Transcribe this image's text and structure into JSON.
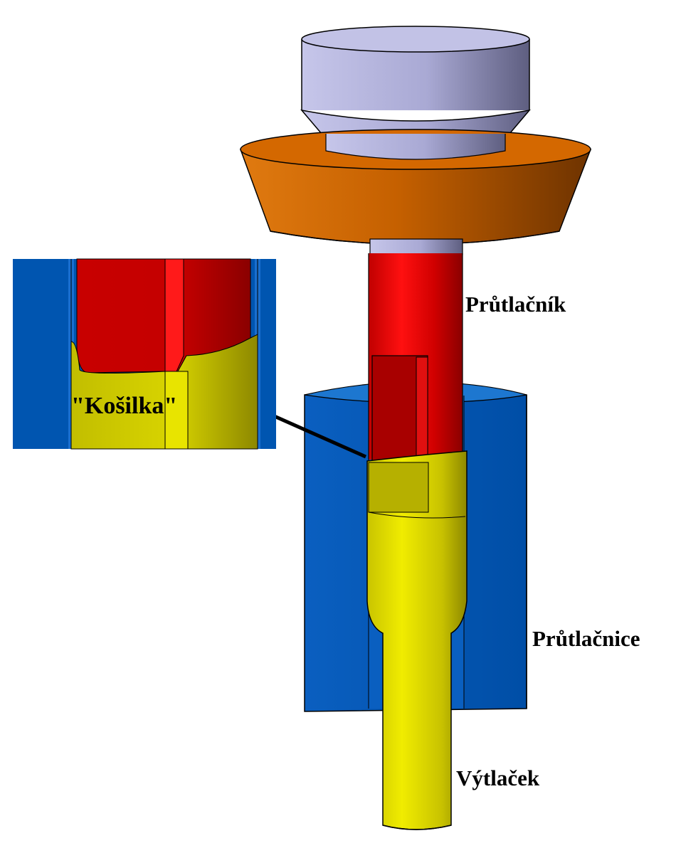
{
  "labels": {
    "punch": "Průtlačník",
    "die": "Průtlačnice",
    "extrusion": "Výtlaček",
    "shell": "\"Košilka\""
  },
  "colors": {
    "punch_red": "#e00000",
    "punch_dark": "#a80000",
    "die_blue": "#0055b0",
    "die_blue_light": "#1d77d0",
    "workpiece_yellow": "#e4e000",
    "workpiece_dark": "#aaa400",
    "holder_orange": "#d86a00",
    "holder_dark": "#7a3a00",
    "cap_lavender": "#b9b9e0",
    "cap_dark": "#6e6e92"
  }
}
